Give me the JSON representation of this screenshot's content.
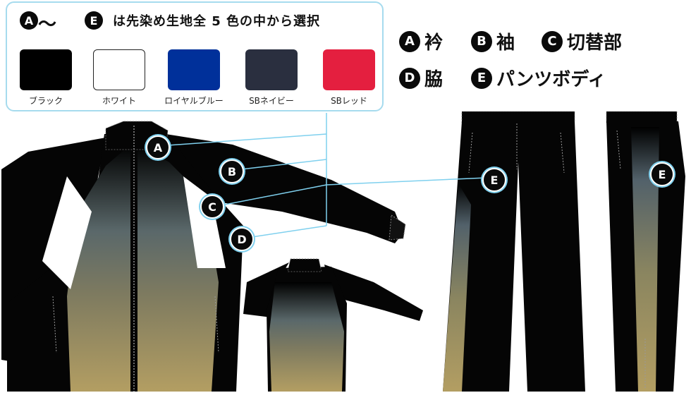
{
  "panel": {
    "range_from": "A",
    "range_sep": "〜",
    "range_to": "E",
    "title": "は先染め生地全 5 色の中から選択"
  },
  "swatches": [
    {
      "label": "ブラック",
      "color": "#000000"
    },
    {
      "label": "ホワイト",
      "color": "#ffffff"
    },
    {
      "label": "ロイヤルブルー",
      "color": "#00309a"
    },
    {
      "label": "SBネイビー",
      "color": "#2a2f3f"
    },
    {
      "label": "SBレッド",
      "color": "#e41f3f"
    }
  ],
  "legend": [
    {
      "letter": "A",
      "text": "衿"
    },
    {
      "letter": "B",
      "text": "袖"
    },
    {
      "letter": "C",
      "text": "切替部"
    },
    {
      "letter": "D",
      "text": "脇"
    },
    {
      "letter": "E",
      "text": "パンツボディ"
    }
  ],
  "callouts": {
    "jacket_a": "A",
    "jacket_b": "B",
    "jacket_c": "C",
    "jacket_d": "D",
    "pants_front_e": "E",
    "pants_side_e": "E"
  },
  "colors": {
    "garment": "#050505",
    "gradient_top": "#3e4a4f",
    "gradient_gold": "#b39e62",
    "callout_line": "#7fd0ee"
  }
}
